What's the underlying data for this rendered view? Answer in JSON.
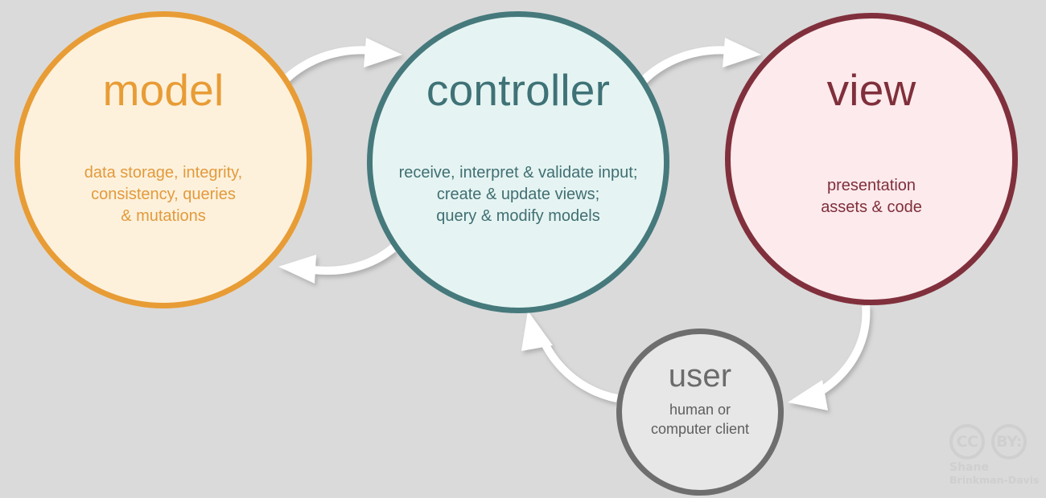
{
  "diagram": {
    "title": "MVC architecture diagram",
    "background_color": "#dadada",
    "nodes": [
      {
        "key": "model",
        "title": "model",
        "description": "data storage, integrity,\nconsistency, queries\n& mutations",
        "fill_color": "#fdf1dc",
        "stroke_color": "#e89c35",
        "text_color": "#e89c35"
      },
      {
        "key": "controller",
        "title": "controller",
        "description": "receive, interpret & validate input;\ncreate & update views;\nquery & modify models",
        "fill_color": "#e5f4f2",
        "stroke_color": "#46797c",
        "text_color": "#3f7276"
      },
      {
        "key": "view",
        "title": "view",
        "description": "presentation\nassets & code",
        "fill_color": "#fceaec",
        "stroke_color": "#80303c",
        "text_color": "#7f2f3b"
      },
      {
        "key": "user",
        "title": "user",
        "description": "human or\ncomputer client",
        "fill_color": "#e7e7e7",
        "stroke_color": "#6e6e6e",
        "text_color": "#6b6b6b"
      }
    ],
    "arrows": [
      {
        "key": "model-to-controller",
        "from": "model",
        "to": "controller",
        "color": "#ffffff"
      },
      {
        "key": "controller-to-model",
        "from": "controller",
        "to": "model",
        "color": "#ffffff"
      },
      {
        "key": "controller-to-view",
        "from": "controller",
        "to": "view",
        "color": "#ffffff"
      },
      {
        "key": "view-to-user",
        "from": "view",
        "to": "user",
        "color": "#ffffff"
      },
      {
        "key": "user-to-controller",
        "from": "user",
        "to": "controller",
        "color": "#ffffff"
      }
    ]
  },
  "license": {
    "cc_label": "CC",
    "by_label": "BY:",
    "author_line1": "Shane",
    "author_line2": "Brinkman-Davis",
    "color": "#cfcfcf"
  }
}
